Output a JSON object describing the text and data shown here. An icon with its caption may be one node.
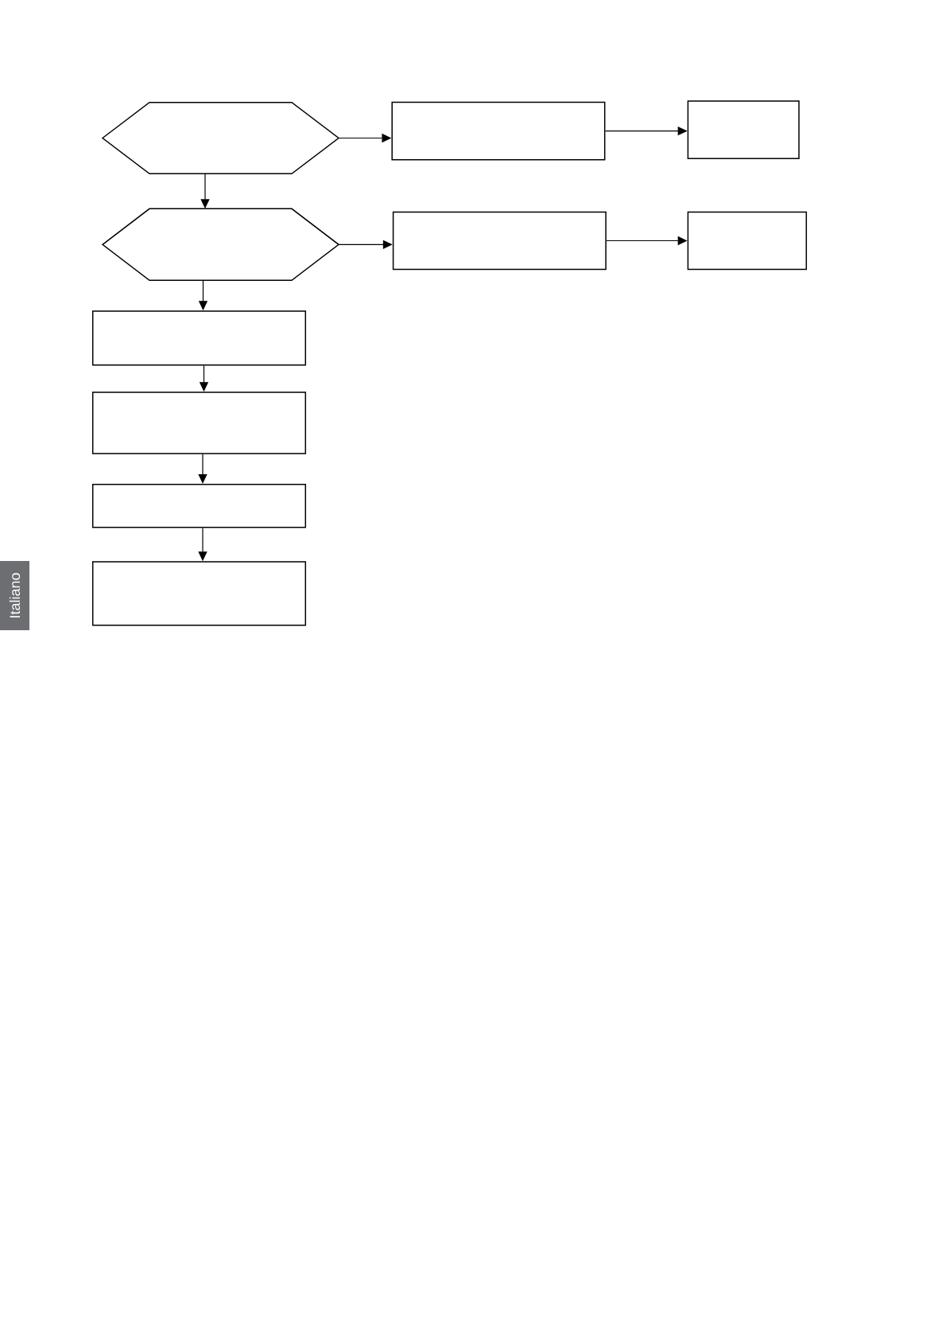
{
  "diagram": {
    "nodes": [
      {
        "text": [],
        "shape": "hexagon"
      },
      {
        "text": [],
        "shape": "box"
      },
      {
        "text": [],
        "shape": "box"
      },
      {
        "text": [],
        "shape": "hexagon"
      },
      {
        "text": [],
        "shape": "box"
      },
      {
        "text": [],
        "shape": "box"
      },
      {
        "text": [],
        "shape": "box"
      },
      {
        "text": [],
        "shape": "box"
      },
      {
        "text": [],
        "shape": "box"
      },
      {
        "text": [],
        "shape": "box"
      },
      {
        "text": [
          "Italiano"
        ]
      }
    ],
    "edges": [
      {
        "from": 0,
        "to": 1,
        "arrow": "to"
      },
      {
        "from": 1,
        "to": 2,
        "arrow": "to"
      },
      {
        "from": 0,
        "to": 3,
        "arrow": "to"
      },
      {
        "from": 3,
        "to": 4,
        "arrow": "to"
      },
      {
        "from": 4,
        "to": 5,
        "arrow": "to"
      },
      {
        "from": 3,
        "to": 6,
        "arrow": "to"
      },
      {
        "from": 6,
        "to": 7,
        "arrow": "to"
      },
      {
        "from": 7,
        "to": 8,
        "arrow": "to"
      },
      {
        "from": 8,
        "to": 9,
        "arrow": "to"
      }
    ]
  }
}
